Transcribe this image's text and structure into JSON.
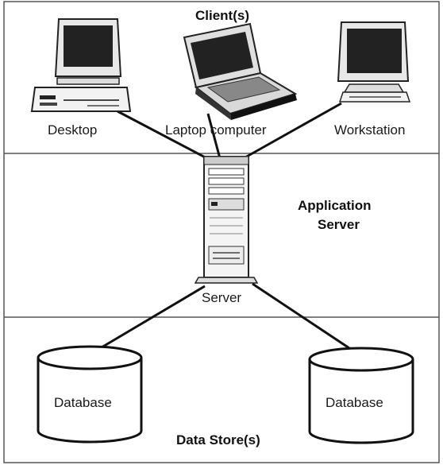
{
  "tiers": {
    "client": {
      "title": "Client(s)"
    },
    "application": {
      "title_line1": "Application",
      "title_line2": "Server"
    },
    "data": {
      "title": "Data Store(s)"
    }
  },
  "clients": [
    {
      "label": "Desktop",
      "icon": "desktop-computer-icon"
    },
    {
      "label": "Laptop computer",
      "icon": "laptop-icon"
    },
    {
      "label": "Workstation",
      "icon": "workstation-icon"
    }
  ],
  "server": {
    "label": "Server",
    "icon": "server-tower-icon"
  },
  "databases": [
    {
      "label": "Database",
      "icon": "database-cylinder-icon"
    },
    {
      "label": "Database",
      "icon": "database-cylinder-icon"
    }
  ]
}
